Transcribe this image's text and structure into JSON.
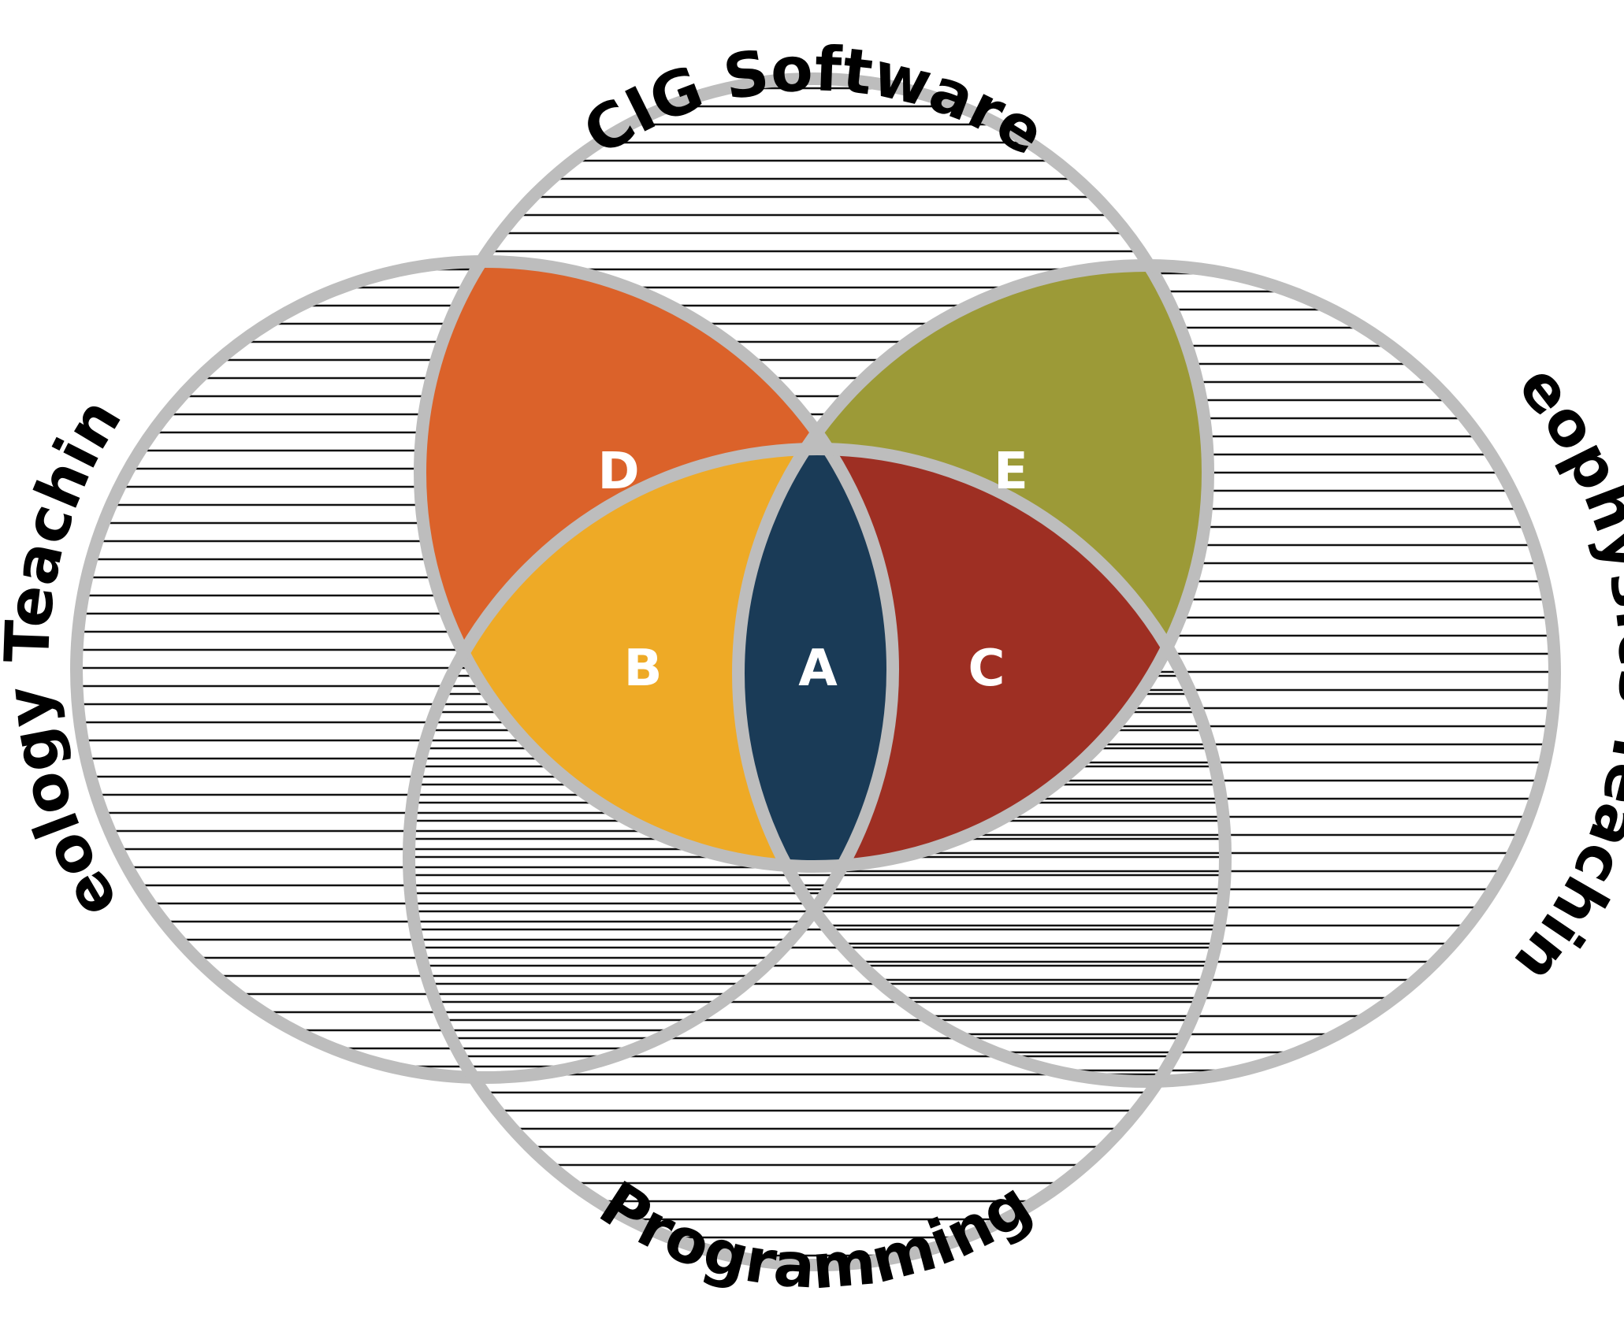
{
  "circles": {
    "top": {
      "label": "CIG Software"
    },
    "left": {
      "label": "Geology Teaching"
    },
    "right": {
      "label": "Geophysics Teaching"
    },
    "bottom": {
      "label": "Programming"
    }
  },
  "regions": {
    "A": {
      "label": "A",
      "color": "#1a3b57"
    },
    "B": {
      "label": "B",
      "color": "#eeaa26"
    },
    "C": {
      "label": "C",
      "color": "#9e2f23"
    },
    "D": {
      "label": "D",
      "color": "#db622a"
    },
    "E": {
      "label": "E",
      "color": "#9c9a37"
    }
  },
  "style": {
    "ring_color": "#bdbdbd",
    "hatch_color": "#111111",
    "background": "#ffffff"
  }
}
